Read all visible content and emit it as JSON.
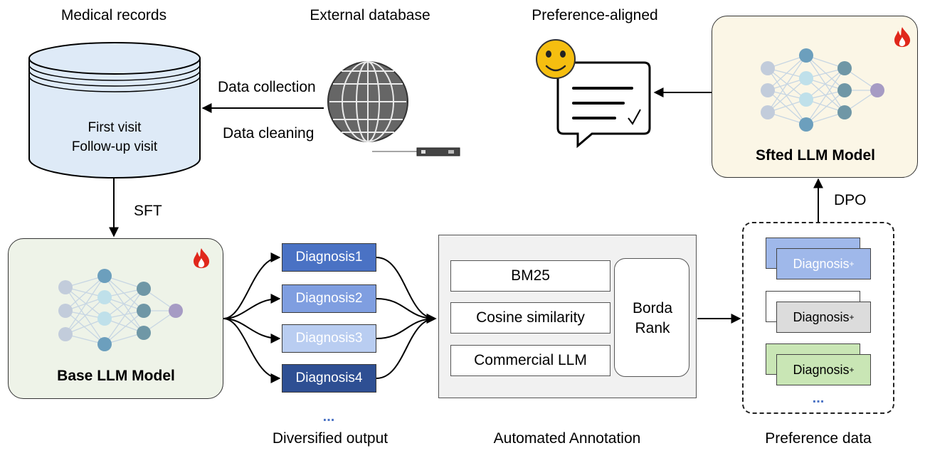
{
  "titles": {
    "medical_records": "Medical records",
    "external_database": "External database",
    "preference_aligned": "Preference-aligned",
    "diversified_output": "Diversified output",
    "automated_annotation": "Automated Annotation",
    "preference_data": "Preference data"
  },
  "database": {
    "line1": "First visit",
    "line2": "Follow-up visit"
  },
  "flow": {
    "data_collection": "Data collection",
    "data_cleaning": "Data cleaning",
    "sft": "SFT",
    "dpo": "DPO"
  },
  "models": {
    "base": "Base LLM Model",
    "sfted": "Sfted LLM Model"
  },
  "diagnoses": [
    {
      "label": "Diagnosis1",
      "color": "#4a72c4"
    },
    {
      "label": "Diagnosis2",
      "color": "#7f9ee0"
    },
    {
      "label": "Diagnosis3",
      "color": "#b9cdf1"
    },
    {
      "label": "Diagnosis4",
      "color": "#2e4f93"
    }
  ],
  "ellipsis": "...",
  "annotation": {
    "methods": [
      "BM25",
      "Cosine similarity",
      "Commercial LLM"
    ],
    "rank_line1": "Borda",
    "rank_line2": "Rank"
  },
  "preference_cards": [
    {
      "label": "Diagnosis",
      "sup": "+",
      "color": "#9fb8ea"
    },
    {
      "label": "Diagnosis",
      "sup": "+",
      "color": "#dcdcdc"
    },
    {
      "label": "Diagnosis",
      "sup": "+",
      "color": "#c9e6b5"
    }
  ],
  "colors": {
    "model_bg_base": "#eef3e8",
    "model_bg_sfted": "#fbf6e6",
    "fire": "#e0271b",
    "smiley": "#f5be10"
  },
  "icons": [
    "database-cylinder-icon",
    "globe-icon",
    "server-icon",
    "fire-icon",
    "neural-network-icon",
    "smiley-icon",
    "chat-document-icon"
  ]
}
